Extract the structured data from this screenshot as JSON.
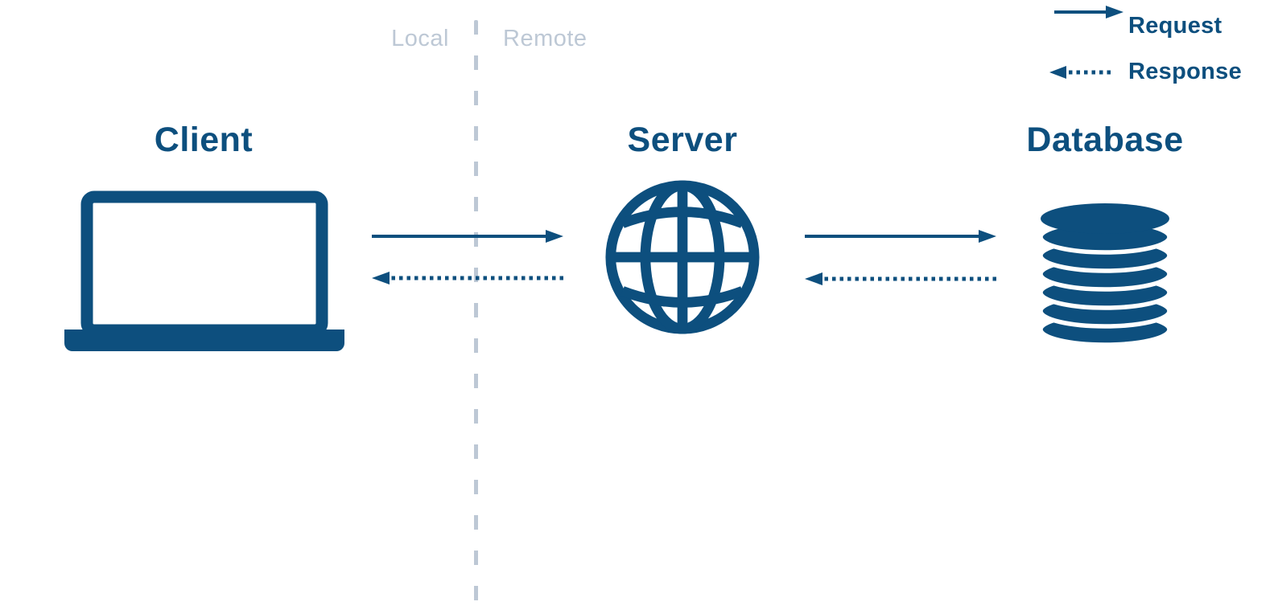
{
  "title": "Client Server Database architecture diagram",
  "colors": {
    "primary": "#0d4f7e",
    "muted": "#bdc8d5",
    "background": "#ffffff"
  },
  "zones": {
    "left_label": "Local",
    "right_label": "Remote",
    "divider_style": "dashed-vertical"
  },
  "legend": {
    "items": [
      {
        "label": "Request",
        "arrow_style": "solid",
        "direction": "right"
      },
      {
        "label": "Response",
        "arrow_style": "dotted",
        "direction": "left"
      }
    ]
  },
  "nodes": [
    {
      "id": "client",
      "label": "Client",
      "icon": "laptop-icon",
      "zone": "Local"
    },
    {
      "id": "server",
      "label": "Server",
      "icon": "globe-icon",
      "zone": "Remote"
    },
    {
      "id": "database",
      "label": "Database",
      "icon": "database-icon",
      "zone": "Remote"
    }
  ],
  "connections": [
    {
      "from": "client",
      "to": "server",
      "type": "Request",
      "style": "solid"
    },
    {
      "from": "server",
      "to": "client",
      "type": "Response",
      "style": "dotted"
    },
    {
      "from": "server",
      "to": "database",
      "type": "Request",
      "style": "solid"
    },
    {
      "from": "database",
      "to": "server",
      "type": "Response",
      "style": "dotted"
    }
  ]
}
